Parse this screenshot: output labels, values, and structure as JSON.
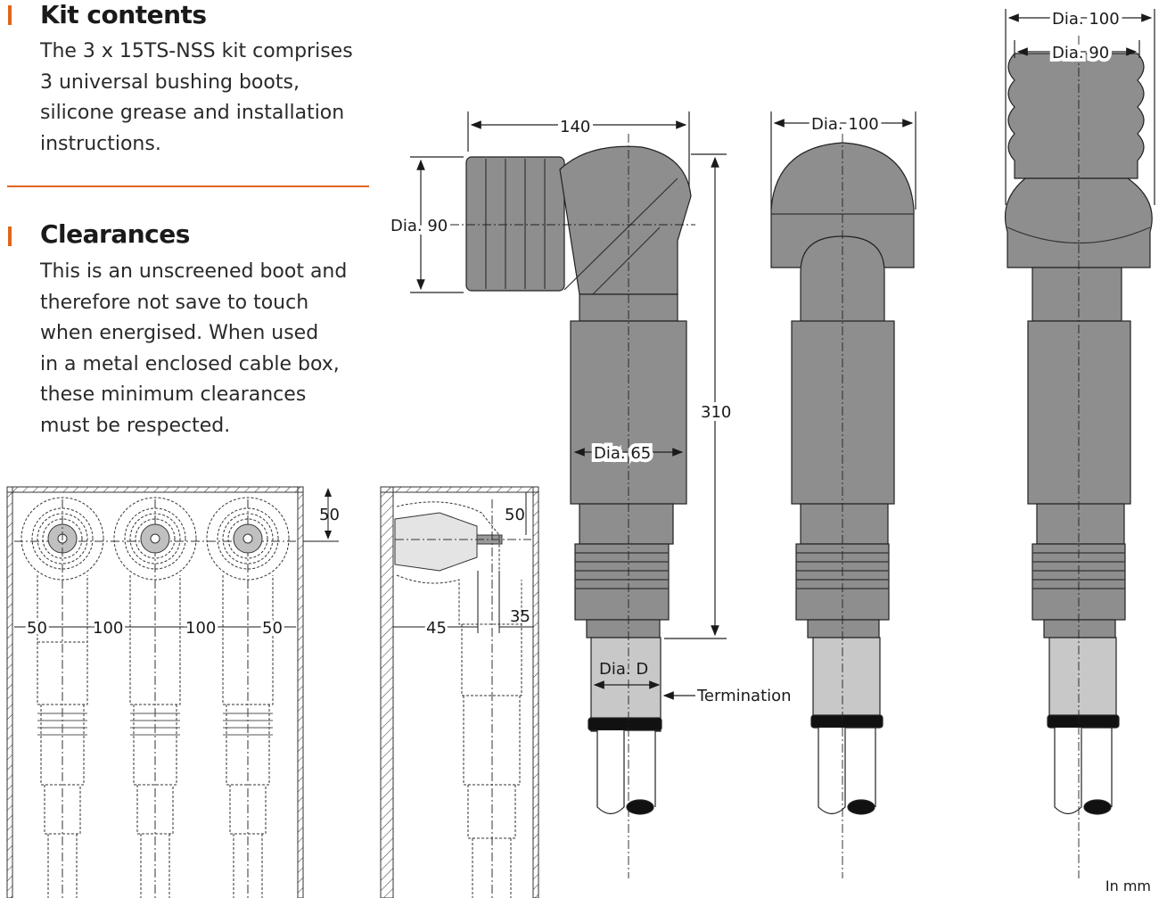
{
  "kit": {
    "heading": "Kit contents",
    "lines": [
      "The 3 x 15TS-NSS kit comprises",
      "3 universal bushing boots,",
      "silicone grease and installation",
      "instructions."
    ]
  },
  "clearances": {
    "heading": "Clearances",
    "lines": [
      "This is an unscreened boot and",
      "therefore not save to touch",
      "when energised. When used",
      "in a metal enclosed cable box,",
      "these minimum clearances",
      "must be respected."
    ]
  },
  "dims": {
    "top_clear": "50",
    "phase_50_left": "50",
    "phase_100_a": "100",
    "phase_100_b": "100",
    "phase_50_right": "50",
    "side_50": "50",
    "side_35": "35",
    "side_45": "45",
    "width_140": "140",
    "dia_90_left": "Dia. 90",
    "height_310": "310",
    "dia_65": "Dia. 65",
    "dia_d": "Dia. D",
    "termination": "Termination",
    "dia_100_mid": "Dia. 100",
    "dia_100_right": "Dia. 100",
    "dia_90_right": "Dia. 90"
  },
  "unit": "In mm",
  "colors": {
    "accent": "#e0651d",
    "boot": "#8c8c8c",
    "boot_light": "#a8a8a8",
    "cable": "#c8c8c8",
    "ink": "#1a1a1a"
  }
}
